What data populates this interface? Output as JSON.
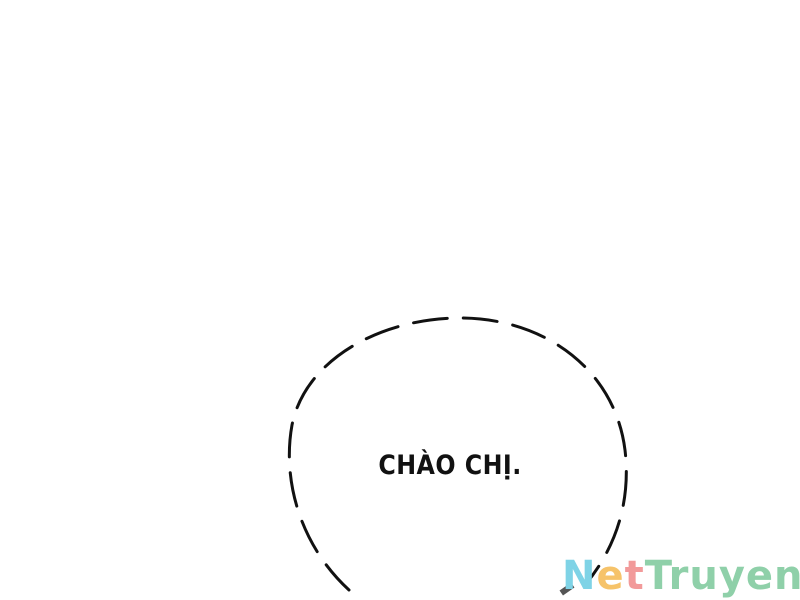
{
  "panel": {
    "speech_text": "CHÀO CHỊ."
  },
  "watermark": {
    "part1": "N",
    "part2": "e",
    "part3": "t",
    "part4": "Truyen",
    "colors": {
      "n": "#7fd3e6",
      "e": "#f6c36a",
      "t": "#f29a9a",
      "truyen": "#8fd0a9"
    }
  }
}
